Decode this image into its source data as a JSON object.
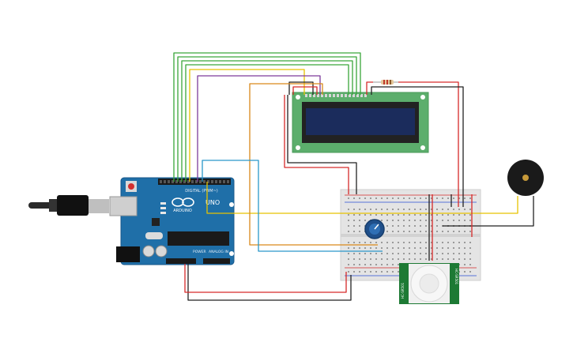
{
  "arduino": {
    "logo": "ARDUINO",
    "model": "UNO",
    "digital_label": "DIGITAL (PWM~)",
    "power_label": "POWER",
    "analog_label": "ANALOG IN",
    "board_color": "#1f6fa8"
  },
  "pir": {
    "label_left": "HC-SR501",
    "label_right": "HC-SR501",
    "pcb_color": "#1d7a34"
  },
  "lcd": {
    "pcb_color": "#5cae6c",
    "screen_color": "#1b2c5c"
  },
  "wires": {
    "green": "#3aa63a",
    "yellow": "#e6c200",
    "purple": "#7d3b9b",
    "orange": "#d9891a",
    "blue": "#2a97c9",
    "red": "#d62a2a",
    "black": "#222222"
  }
}
